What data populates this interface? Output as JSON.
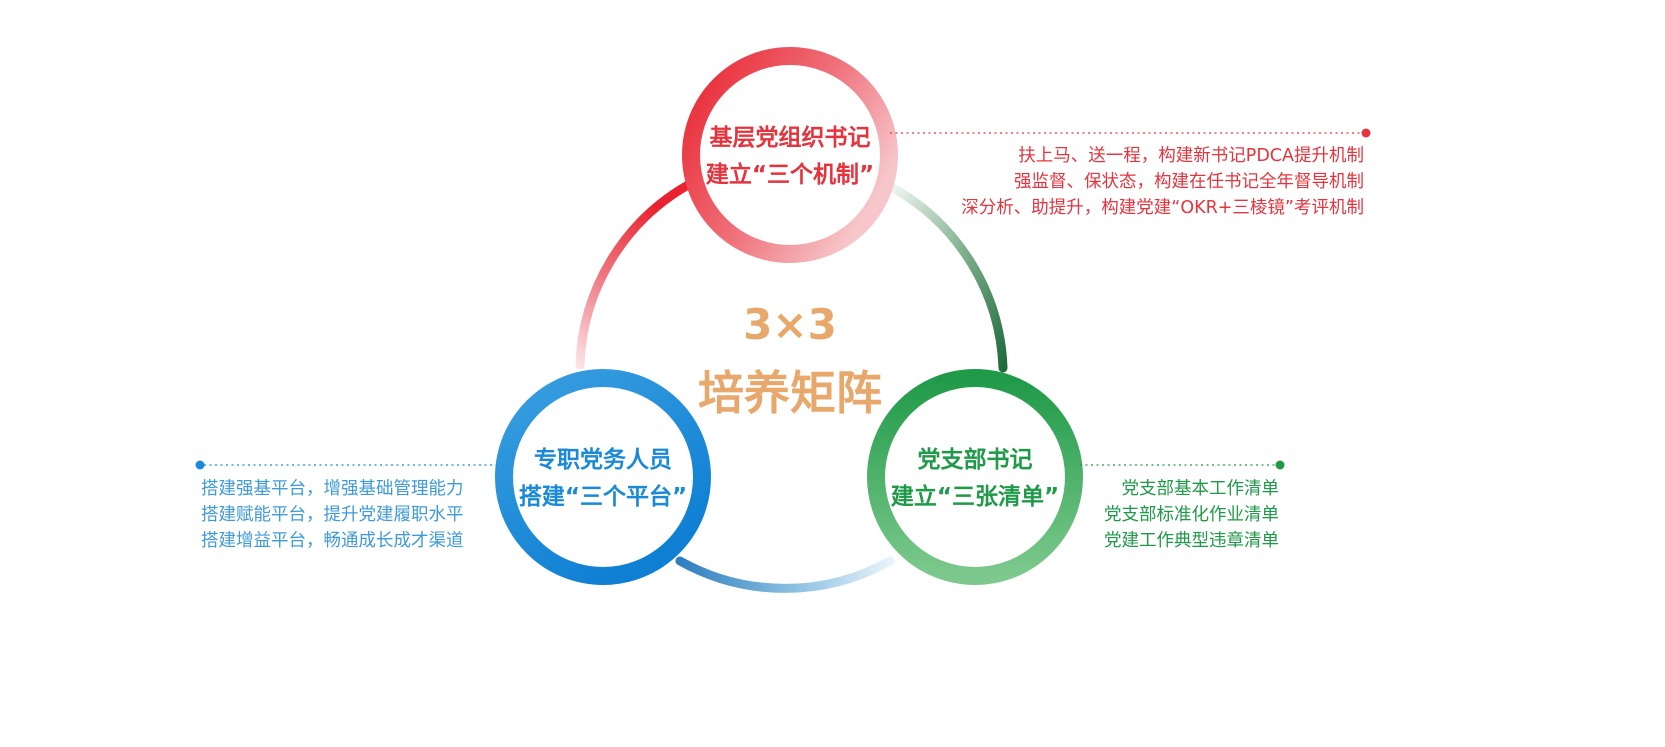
{
  "center": {
    "line1": "3×3",
    "line2": "培养矩阵",
    "color": "#e9a86b"
  },
  "nodes": {
    "top": {
      "line1": "基层党组织书记",
      "line2": "建立“三个机制”",
      "color": "#e4343e",
      "items": [
        "扶上马、送一程，构建新书记PDCA提升机制",
        "强监督、保状态，构建在任书记全年督导机制",
        "深分析、助提升，构建党建“OKR+三棱镜”考评机制"
      ]
    },
    "left": {
      "line1": "专职党务人员",
      "line2": "搭建“三个平台”",
      "color": "#1a8ad8",
      "items": [
        "搭建强基平台，增强基础管理能力",
        "搭建赋能平台，提升党建履职水平",
        "搭建增益平台，畅通成长成才渠道"
      ]
    },
    "right": {
      "line1": "党支部书记",
      "line2": "建立“三张清单”",
      "color": "#1f9a48",
      "items": [
        "党支部基本工作清单",
        "党支部标准化作业清单",
        "党建工作典型违章清单"
      ]
    }
  }
}
